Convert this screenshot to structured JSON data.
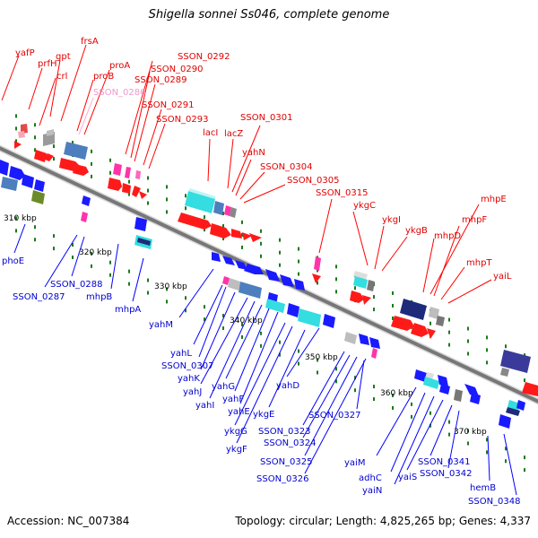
{
  "title": "Shigella sonnei Ss046, complete genome",
  "accession": "Accession: NC_007384",
  "summary": "Topology: circular; Length: 4,825,265 bp; Genes: 4,337",
  "colors": {
    "forward_label": "#e00000",
    "reverse_label": "#0000d0",
    "pseudo_label": "#ee99cc",
    "backbone": "#7a7a7a",
    "forward_gene": "#ff2020",
    "reverse_gene": "#1a1aff",
    "cyan_feature": "#33dde0",
    "pink_feature": "#ff33aa",
    "steelblue_feature": "#4d7fbf",
    "navy_feature": "#1e2a7a",
    "grey_feature": "#999999",
    "olive_feature": "#6b8a28",
    "tick_green": "#1a7a1a"
  },
  "scale_labels": [
    "310 kbp",
    "320 kbp",
    "330 kbp",
    "340 kbp",
    "350 kbp",
    "360 kbp",
    "370 kbp"
  ],
  "forward_labels": [
    "yafP",
    "prfH",
    "gpt",
    "frsA",
    "crl",
    "proB",
    "proA",
    "SSON_0286",
    "SSON_0292",
    "SSON_0290",
    "SSON_0289",
    "SSON_0291",
    "SSON_0293",
    "lacI",
    "lacZ",
    "SSON_0301",
    "yahN",
    "SSON_0304",
    "SSON_0305",
    "SSON_0315",
    "ykgC",
    "ykgI",
    "ykgB",
    "mhpD",
    "mhpE",
    "mhpF",
    "mhpT",
    "yaiL"
  ],
  "reverse_labels": [
    "phoE",
    "SSON_0287",
    "SSON_0288",
    "mhpB",
    "mhpA",
    "yahM",
    "yahL",
    "SSON_0307",
    "yahK",
    "yahJ",
    "yahI",
    "yahG",
    "yahF",
    "yahE",
    "yahD",
    "ykgE",
    "ykgG",
    "ykgF",
    "SSON_0323",
    "SSON_0324",
    "SSON_0325",
    "SSON_0326",
    "SSON_0327",
    "yaiM",
    "adhC",
    "yaiN",
    "yaiS",
    "SSON_0341",
    "SSON_0342",
    "hemB",
    "SSON_0348"
  ]
}
